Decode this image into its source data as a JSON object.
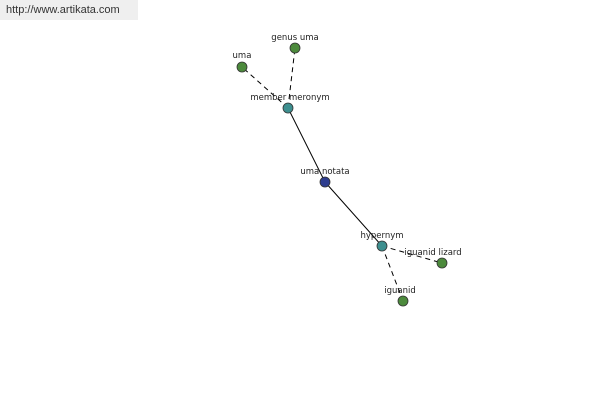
{
  "source_url": "http://www.artikata.com",
  "colors": {
    "center": "#2e3d8f",
    "relation": "#3d8f8f",
    "leaf": "#4c8a3c"
  },
  "nodes": [
    {
      "id": "center",
      "label": "uma notata",
      "kind": "center"
    },
    {
      "id": "member-meronym",
      "label": "member meronym",
      "kind": "relation"
    },
    {
      "id": "hypernym",
      "label": "hypernym",
      "kind": "relation"
    },
    {
      "id": "uma",
      "label": "uma",
      "kind": "leaf"
    },
    {
      "id": "genus-uma",
      "label": "genus uma",
      "kind": "leaf"
    },
    {
      "id": "iguanid-lizard",
      "label": "iguanid lizard",
      "kind": "leaf"
    },
    {
      "id": "iguanid",
      "label": "iguanid",
      "kind": "leaf"
    }
  ],
  "edges": [
    {
      "from": "center",
      "to": "member-meronym",
      "style": "solid"
    },
    {
      "from": "center",
      "to": "hypernym",
      "style": "solid"
    },
    {
      "from": "member-meronym",
      "to": "uma",
      "style": "dashed"
    },
    {
      "from": "member-meronym",
      "to": "genus-uma",
      "style": "dashed"
    },
    {
      "from": "hypernym",
      "to": "iguanid-lizard",
      "style": "dashed"
    },
    {
      "from": "hypernym",
      "to": "iguanid",
      "style": "dashed"
    }
  ]
}
